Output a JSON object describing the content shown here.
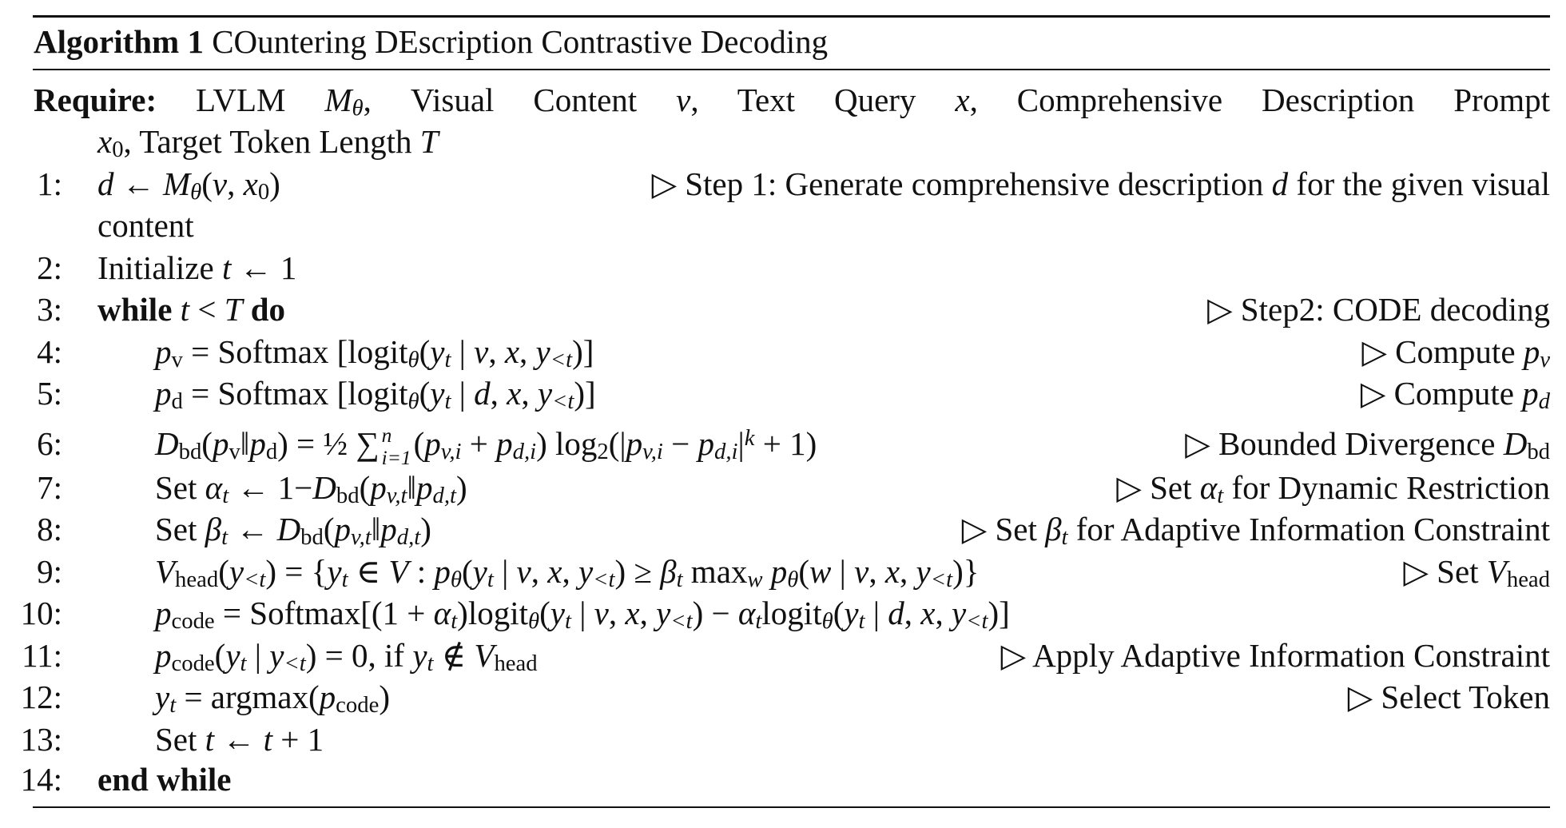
{
  "title": [
    [
      "b",
      "Algorithm 1"
    ],
    [
      "t",
      " COuntering DEscription Contrastive Decoding"
    ]
  ],
  "require": [
    [
      "b",
      "Require:"
    ],
    [
      "t",
      " LVLM "
    ],
    [
      "i",
      "M"
    ],
    [
      "subi",
      "θ"
    ],
    [
      "t",
      ", Visual Content "
    ],
    [
      "i",
      "v"
    ],
    [
      "t",
      ", Text Query "
    ],
    [
      "i",
      "x"
    ],
    [
      "t",
      ", Comprehensive Description Prompt"
    ]
  ],
  "require_cont": [
    [
      "i",
      "x"
    ],
    [
      "sub",
      "0"
    ],
    [
      "t",
      ", Target Token Length "
    ],
    [
      "i",
      "T"
    ]
  ],
  "lines": [
    {
      "num": "1:",
      "indent": 1,
      "left": [
        [
          "i",
          "d"
        ],
        [
          "t",
          " ← "
        ],
        [
          "i",
          "M"
        ],
        [
          "subi",
          "θ"
        ],
        [
          "t",
          "("
        ],
        [
          "i",
          "v"
        ],
        [
          "t",
          ", "
        ],
        [
          "i",
          "x"
        ],
        [
          "sub",
          "0"
        ],
        [
          "t",
          ")"
        ]
      ],
      "comment": [
        [
          "t",
          "▷ Step 1: Generate comprehensive description "
        ],
        [
          "i",
          "d"
        ],
        [
          "t",
          " for the given visual"
        ]
      ]
    },
    {
      "num": "",
      "indent": 1,
      "left": [
        [
          "t",
          "content"
        ]
      ],
      "comment": []
    },
    {
      "num": "2:",
      "indent": 1,
      "left": [
        [
          "t",
          "Initialize "
        ],
        [
          "i",
          "t"
        ],
        [
          "t",
          " ← 1"
        ]
      ],
      "comment": []
    },
    {
      "num": "3:",
      "indent": 1,
      "left": [
        [
          "b",
          "while "
        ],
        [
          "i",
          "t"
        ],
        [
          "t",
          " < "
        ],
        [
          "i",
          "T"
        ],
        [
          "b",
          " do"
        ]
      ],
      "comment": [
        [
          "t",
          "▷ Step2: CODE decoding"
        ]
      ]
    },
    {
      "num": "4:",
      "indent": 2,
      "left": [
        [
          "i",
          "p"
        ],
        [
          "sub",
          "v"
        ],
        [
          "t",
          " = Softmax [logit"
        ],
        [
          "subi",
          "θ"
        ],
        [
          "t",
          "("
        ],
        [
          "i",
          "y"
        ],
        [
          "subi",
          "t"
        ],
        [
          "t",
          " | "
        ],
        [
          "i",
          "v"
        ],
        [
          "t",
          ", "
        ],
        [
          "i",
          "x"
        ],
        [
          "t",
          ", "
        ],
        [
          "i",
          "y"
        ],
        [
          "subi",
          "<t"
        ],
        [
          "t",
          ")]"
        ]
      ],
      "comment": [
        [
          "t",
          "▷ Compute "
        ],
        [
          "i",
          "p"
        ],
        [
          "subi",
          "v"
        ]
      ]
    },
    {
      "num": "5:",
      "indent": 2,
      "left": [
        [
          "i",
          "p"
        ],
        [
          "sub",
          "d"
        ],
        [
          "t",
          " = Softmax [logit"
        ],
        [
          "subi",
          "θ"
        ],
        [
          "t",
          "("
        ],
        [
          "i",
          "y"
        ],
        [
          "subi",
          "t"
        ],
        [
          "t",
          " | "
        ],
        [
          "i",
          "d"
        ],
        [
          "t",
          ", "
        ],
        [
          "i",
          "x"
        ],
        [
          "t",
          ", "
        ],
        [
          "i",
          "y"
        ],
        [
          "subi",
          "<t"
        ],
        [
          "t",
          ")]"
        ]
      ],
      "comment": [
        [
          "t",
          "▷ Compute "
        ],
        [
          "i",
          "p"
        ],
        [
          "subi",
          "d"
        ]
      ]
    },
    {
      "num": "6:",
      "indent": 2,
      "left": [
        [
          "i",
          "D"
        ],
        [
          "sub",
          "bd"
        ],
        [
          "t",
          "("
        ],
        [
          "i",
          "p"
        ],
        [
          "sub",
          "v"
        ],
        [
          "t",
          "‖"
        ],
        [
          "i",
          "p"
        ],
        [
          "sub",
          "d"
        ],
        [
          "t",
          ") = ½ ∑"
        ],
        [
          "ss",
          "n",
          "i=1"
        ],
        [
          "t",
          "("
        ],
        [
          "i",
          "p"
        ],
        [
          "subi",
          "v,i"
        ],
        [
          "t",
          " + "
        ],
        [
          "i",
          "p"
        ],
        [
          "subi",
          "d,i"
        ],
        [
          "t",
          ") log"
        ],
        [
          "sub",
          "2"
        ],
        [
          "t",
          "(|"
        ],
        [
          "i",
          "p"
        ],
        [
          "subi",
          "v,i"
        ],
        [
          "t",
          " − "
        ],
        [
          "i",
          "p"
        ],
        [
          "subi",
          "d,i"
        ],
        [
          "t",
          "|"
        ],
        [
          "supi",
          "k"
        ],
        [
          "t",
          " + 1)"
        ]
      ],
      "comment": [
        [
          "t",
          "▷ Bounded Divergence "
        ],
        [
          "i",
          "D"
        ],
        [
          "sub",
          "bd"
        ]
      ]
    },
    {
      "num": "7:",
      "indent": 2,
      "left": [
        [
          "t",
          "Set "
        ],
        [
          "i",
          "α"
        ],
        [
          "subi",
          "t"
        ],
        [
          "t",
          " ← 1−"
        ],
        [
          "i",
          "D"
        ],
        [
          "sub",
          "bd"
        ],
        [
          "t",
          "("
        ],
        [
          "i",
          "p"
        ],
        [
          "subi",
          "v,t"
        ],
        [
          "t",
          "‖"
        ],
        [
          "i",
          "p"
        ],
        [
          "subi",
          "d,t"
        ],
        [
          "t",
          ")"
        ]
      ],
      "comment": [
        [
          "t",
          "▷ Set "
        ],
        [
          "i",
          "α"
        ],
        [
          "subi",
          "t"
        ],
        [
          "t",
          " for Dynamic Restriction"
        ]
      ]
    },
    {
      "num": "8:",
      "indent": 2,
      "left": [
        [
          "t",
          "Set "
        ],
        [
          "i",
          "β"
        ],
        [
          "subi",
          "t"
        ],
        [
          "t",
          " ← "
        ],
        [
          "i",
          "D"
        ],
        [
          "sub",
          "bd"
        ],
        [
          "t",
          "("
        ],
        [
          "i",
          "p"
        ],
        [
          "subi",
          "v,t"
        ],
        [
          "t",
          "‖"
        ],
        [
          "i",
          "p"
        ],
        [
          "subi",
          "d,t"
        ],
        [
          "t",
          ")"
        ]
      ],
      "comment": [
        [
          "t",
          "▷ Set "
        ],
        [
          "i",
          "β"
        ],
        [
          "subi",
          "t"
        ],
        [
          "t",
          " for Adaptive Information Constraint"
        ]
      ]
    },
    {
      "num": "9:",
      "indent": 2,
      "left": [
        [
          "i",
          "V"
        ],
        [
          "sub",
          "head"
        ],
        [
          "t",
          "("
        ],
        [
          "i",
          "y"
        ],
        [
          "subi",
          "<t"
        ],
        [
          "t",
          ") = {"
        ],
        [
          "i",
          "y"
        ],
        [
          "subi",
          "t"
        ],
        [
          "t",
          " ∈ "
        ],
        [
          "i",
          "V"
        ],
        [
          "t",
          " : "
        ],
        [
          "i",
          "p"
        ],
        [
          "subi",
          "θ"
        ],
        [
          "t",
          "("
        ],
        [
          "i",
          "y"
        ],
        [
          "subi",
          "t"
        ],
        [
          "t",
          " | "
        ],
        [
          "i",
          "v"
        ],
        [
          "t",
          ", "
        ],
        [
          "i",
          "x"
        ],
        [
          "t",
          ", "
        ],
        [
          "i",
          "y"
        ],
        [
          "subi",
          "<t"
        ],
        [
          "t",
          ") ≥ "
        ],
        [
          "i",
          "β"
        ],
        [
          "subi",
          "t"
        ],
        [
          "t",
          " max"
        ],
        [
          "subi",
          "w"
        ],
        [
          "t",
          " "
        ],
        [
          "i",
          "p"
        ],
        [
          "subi",
          "θ"
        ],
        [
          "t",
          "("
        ],
        [
          "i",
          "w"
        ],
        [
          "t",
          " | "
        ],
        [
          "i",
          "v"
        ],
        [
          "t",
          ", "
        ],
        [
          "i",
          "x"
        ],
        [
          "t",
          ", "
        ],
        [
          "i",
          "y"
        ],
        [
          "subi",
          "<t"
        ],
        [
          "t",
          ")}"
        ]
      ],
      "comment": [
        [
          "t",
          "▷ Set "
        ],
        [
          "i",
          "V"
        ],
        [
          "sub",
          "head"
        ]
      ]
    },
    {
      "num": "10:",
      "indent": 2,
      "left": [
        [
          "i",
          "p"
        ],
        [
          "sub",
          "code"
        ],
        [
          "t",
          " = Softmax[(1 + "
        ],
        [
          "i",
          "α"
        ],
        [
          "subi",
          "t"
        ],
        [
          "t",
          ")logit"
        ],
        [
          "subi",
          "θ"
        ],
        [
          "t",
          "("
        ],
        [
          "i",
          "y"
        ],
        [
          "subi",
          "t"
        ],
        [
          "t",
          " | "
        ],
        [
          "i",
          "v"
        ],
        [
          "t",
          ", "
        ],
        [
          "i",
          "x"
        ],
        [
          "t",
          ", "
        ],
        [
          "i",
          "y"
        ],
        [
          "subi",
          "<t"
        ],
        [
          "t",
          ") − "
        ],
        [
          "i",
          "α"
        ],
        [
          "subi",
          "t"
        ],
        [
          "t",
          "logit"
        ],
        [
          "subi",
          "θ"
        ],
        [
          "t",
          "("
        ],
        [
          "i",
          "y"
        ],
        [
          "subi",
          "t"
        ],
        [
          "t",
          " | "
        ],
        [
          "i",
          "d"
        ],
        [
          "t",
          ", "
        ],
        [
          "i",
          "x"
        ],
        [
          "t",
          ", "
        ],
        [
          "i",
          "y"
        ],
        [
          "subi",
          "<t"
        ],
        [
          "t",
          ")]"
        ]
      ],
      "comment": []
    },
    {
      "num": "11:",
      "indent": 2,
      "left": [
        [
          "i",
          "p"
        ],
        [
          "sub",
          "code"
        ],
        [
          "t",
          "("
        ],
        [
          "i",
          "y"
        ],
        [
          "subi",
          "t"
        ],
        [
          "t",
          " | "
        ],
        [
          "i",
          "y"
        ],
        [
          "subi",
          "<t"
        ],
        [
          "t",
          ") = 0, if "
        ],
        [
          "i",
          "y"
        ],
        [
          "subi",
          "t"
        ],
        [
          "t",
          " ∉ "
        ],
        [
          "i",
          "V"
        ],
        [
          "sub",
          "head"
        ]
      ],
      "comment": [
        [
          "t",
          "▷ Apply Adaptive Information Constraint"
        ]
      ]
    },
    {
      "num": "12:",
      "indent": 2,
      "left": [
        [
          "i",
          "y"
        ],
        [
          "subi",
          "t"
        ],
        [
          "t",
          " = argmax("
        ],
        [
          "i",
          "p"
        ],
        [
          "sub",
          "code"
        ],
        [
          "t",
          ")"
        ]
      ],
      "comment": [
        [
          "t",
          "▷ Select Token"
        ]
      ]
    },
    {
      "num": "13:",
      "indent": 2,
      "left": [
        [
          "t",
          "Set "
        ],
        [
          "i",
          "t"
        ],
        [
          "t",
          " ← "
        ],
        [
          "i",
          "t"
        ],
        [
          "t",
          " + 1"
        ]
      ],
      "comment": []
    },
    {
      "num": "14:",
      "indent": 1,
      "left": [
        [
          "b",
          "end while"
        ]
      ],
      "comment": []
    }
  ]
}
